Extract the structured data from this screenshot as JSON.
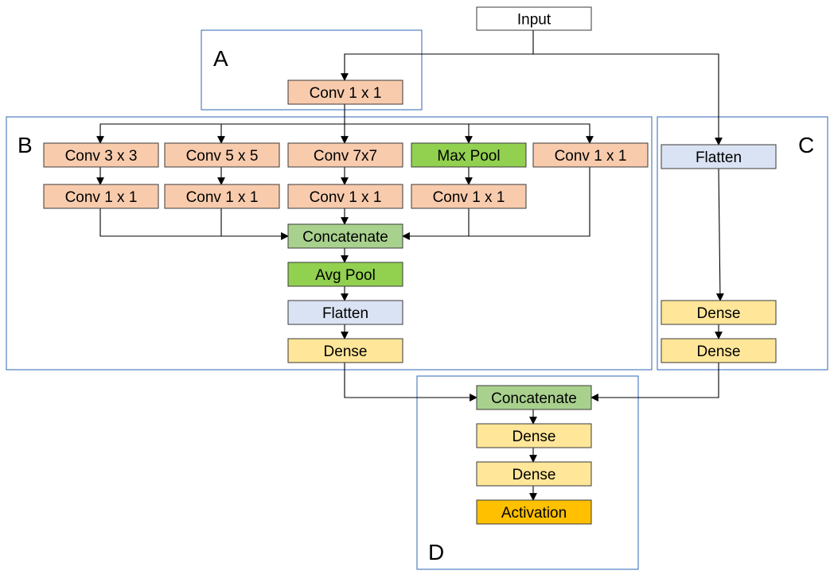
{
  "colors": {
    "conv": "#f8cbad",
    "pool": "#92d050",
    "concat": "#a9d18e",
    "flatten": "#dae3f3",
    "dense": "#ffe699",
    "activation": "#ffc000",
    "input": "#ffffff",
    "group_border": "#4f7fc0"
  },
  "groups": [
    {
      "id": "A",
      "label": "A"
    },
    {
      "id": "B",
      "label": "B"
    },
    {
      "id": "C",
      "label": "C"
    },
    {
      "id": "D",
      "label": "D"
    }
  ],
  "nodes": [
    {
      "id": "input",
      "label": "Input",
      "kind": "input"
    },
    {
      "id": "a_conv1",
      "label": "Conv 1 x 1",
      "kind": "conv"
    },
    {
      "id": "b_conv3",
      "label": "Conv 3 x 3",
      "kind": "conv"
    },
    {
      "id": "b_conv5",
      "label": "Conv 5 x 5",
      "kind": "conv"
    },
    {
      "id": "b_conv7",
      "label": "Conv 7x7",
      "kind": "conv"
    },
    {
      "id": "b_maxpool",
      "label": "Max Pool",
      "kind": "pool"
    },
    {
      "id": "b_conv1_e",
      "label": "Conv 1 x 1",
      "kind": "conv"
    },
    {
      "id": "b_conv1_a",
      "label": "Conv 1 x 1",
      "kind": "conv"
    },
    {
      "id": "b_conv1_b",
      "label": "Conv 1 x 1",
      "kind": "conv"
    },
    {
      "id": "b_conv1_c",
      "label": "Conv 1 x 1",
      "kind": "conv"
    },
    {
      "id": "b_conv1_d",
      "label": "Conv 1 x 1",
      "kind": "conv"
    },
    {
      "id": "b_concat",
      "label": "Concatenate",
      "kind": "concat"
    },
    {
      "id": "b_avgpool",
      "label": "Avg Pool",
      "kind": "pool"
    },
    {
      "id": "b_flatten",
      "label": "Flatten",
      "kind": "flatten"
    },
    {
      "id": "b_dense",
      "label": "Dense",
      "kind": "dense"
    },
    {
      "id": "c_flatten",
      "label": "Flatten",
      "kind": "flatten"
    },
    {
      "id": "c_dense1",
      "label": "Dense",
      "kind": "dense"
    },
    {
      "id": "c_dense2",
      "label": "Dense",
      "kind": "dense"
    },
    {
      "id": "d_concat",
      "label": "Concatenate",
      "kind": "concat"
    },
    {
      "id": "d_dense1",
      "label": "Dense",
      "kind": "dense"
    },
    {
      "id": "d_dense2",
      "label": "Dense",
      "kind": "dense"
    },
    {
      "id": "d_activation",
      "label": "Activation",
      "kind": "activation"
    }
  ],
  "edges": [
    [
      "input",
      "a_conv1"
    ],
    [
      "input",
      "c_flatten"
    ],
    [
      "a_conv1",
      "b_conv3"
    ],
    [
      "a_conv1",
      "b_conv5"
    ],
    [
      "a_conv1",
      "b_conv7"
    ],
    [
      "a_conv1",
      "b_maxpool"
    ],
    [
      "a_conv1",
      "b_conv1_e"
    ],
    [
      "b_conv3",
      "b_conv1_a"
    ],
    [
      "b_conv5",
      "b_conv1_b"
    ],
    [
      "b_conv7",
      "b_conv1_c"
    ],
    [
      "b_maxpool",
      "b_conv1_d"
    ],
    [
      "b_conv1_a",
      "b_concat"
    ],
    [
      "b_conv1_b",
      "b_concat"
    ],
    [
      "b_conv1_c",
      "b_concat"
    ],
    [
      "b_conv1_d",
      "b_concat"
    ],
    [
      "b_conv1_e",
      "b_concat"
    ],
    [
      "b_concat",
      "b_avgpool"
    ],
    [
      "b_avgpool",
      "b_flatten"
    ],
    [
      "b_flatten",
      "b_dense"
    ],
    [
      "c_flatten",
      "c_dense1"
    ],
    [
      "c_dense1",
      "c_dense2"
    ],
    [
      "b_dense",
      "d_concat"
    ],
    [
      "c_dense2",
      "d_concat"
    ],
    [
      "d_concat",
      "d_dense1"
    ],
    [
      "d_dense1",
      "d_dense2"
    ],
    [
      "d_dense2",
      "d_activation"
    ]
  ]
}
